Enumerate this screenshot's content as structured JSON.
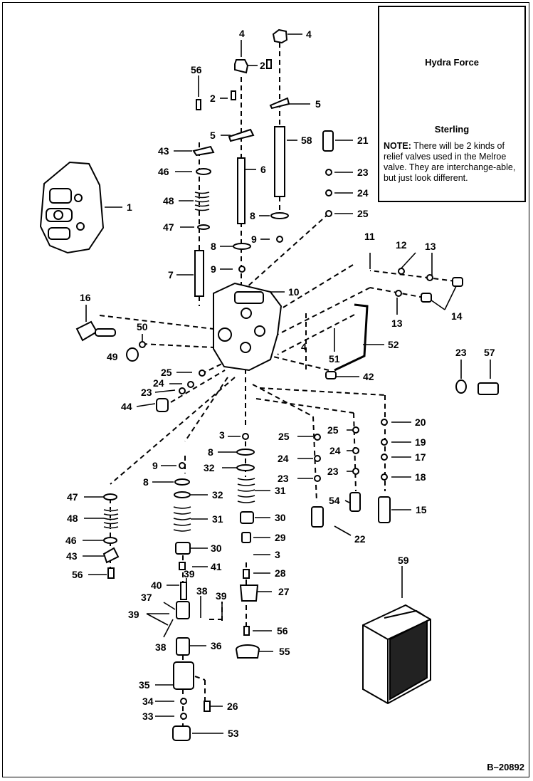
{
  "callouts": {
    "c1": "1",
    "c2a": "2",
    "c2b": "2",
    "c3a": "3",
    "c3b": "3",
    "c4a": "4",
    "c4b": "4",
    "c4c": "4",
    "c5a": "5",
    "c5b": "5",
    "c6": "6",
    "c7": "7",
    "c8a": "8",
    "c8b": "8",
    "c8c": "8",
    "c8d": "8",
    "c9a": "9",
    "c9b": "9",
    "c9c": "9",
    "c10": "10",
    "c11": "11",
    "c12": "12",
    "c13a": "13",
    "c13b": "13",
    "c14": "14",
    "c15": "15",
    "c16": "16",
    "c17": "17",
    "c18": "18",
    "c19": "19",
    "c20": "20",
    "c21": "21",
    "c22": "22",
    "c23a": "23",
    "c23b": "23",
    "c23c": "23",
    "c23d": "23",
    "c23e": "23",
    "c24a": "24",
    "c24b": "24",
    "c24c": "24",
    "c24d": "24",
    "c25a": "25",
    "c25b": "25",
    "c25c": "25",
    "c25d": "25",
    "c26": "26",
    "c27": "27",
    "c28": "28",
    "c29": "29",
    "c30a": "30",
    "c30b": "30",
    "c31a": "31",
    "c31b": "31",
    "c32a": "32",
    "c32b": "32",
    "c33": "33",
    "c34": "34",
    "c35": "35",
    "c36": "36",
    "c37": "37",
    "c38a": "38",
    "c38b": "38",
    "c39a": "39",
    "c39b": "39",
    "c39c": "39",
    "c40": "40",
    "c41": "41",
    "c42": "42",
    "c43a": "43",
    "c43b": "43",
    "c44": "44",
    "c46a": "46",
    "c46b": "46",
    "c47a": "47",
    "c47b": "47",
    "c48a": "48",
    "c48b": "48",
    "c49": "49",
    "c50": "50",
    "c51": "51",
    "c52": "52",
    "c53": "53",
    "c54": "54",
    "c55": "55",
    "c56a": "56",
    "c56b": "56",
    "c56c": "56",
    "c57": "57",
    "c58": "58",
    "c59": "59"
  },
  "legend": {
    "hydra_force": "Hydra Force",
    "sterling": "Sterling",
    "note_label": "NOTE:",
    "note_text": " There will be 2 kinds of relief valves used in the Melroe valve.  They are interchange-able, but just look different."
  },
  "drawing_number": "B–20892"
}
